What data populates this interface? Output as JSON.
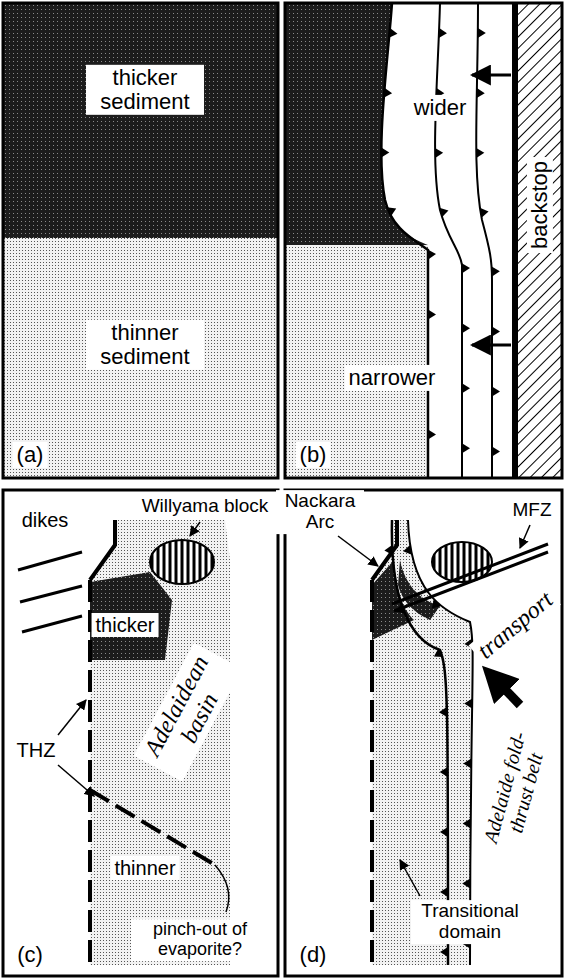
{
  "diagram": {
    "labels": [
      "thicker sediment",
      "thinner sediment",
      "(a)",
      "wider",
      "narrower",
      "backstop",
      "(b)",
      "Willyama block",
      "dikes",
      "thicker",
      "Adelaidean basin",
      "THZ",
      "thinner",
      "pinch-out of evaporite?",
      "(c)",
      "Nackara Arc",
      "MFZ",
      "transport",
      "Adelaide fold-thrust belt",
      "Transitional domain",
      "(d)"
    ]
  }
}
